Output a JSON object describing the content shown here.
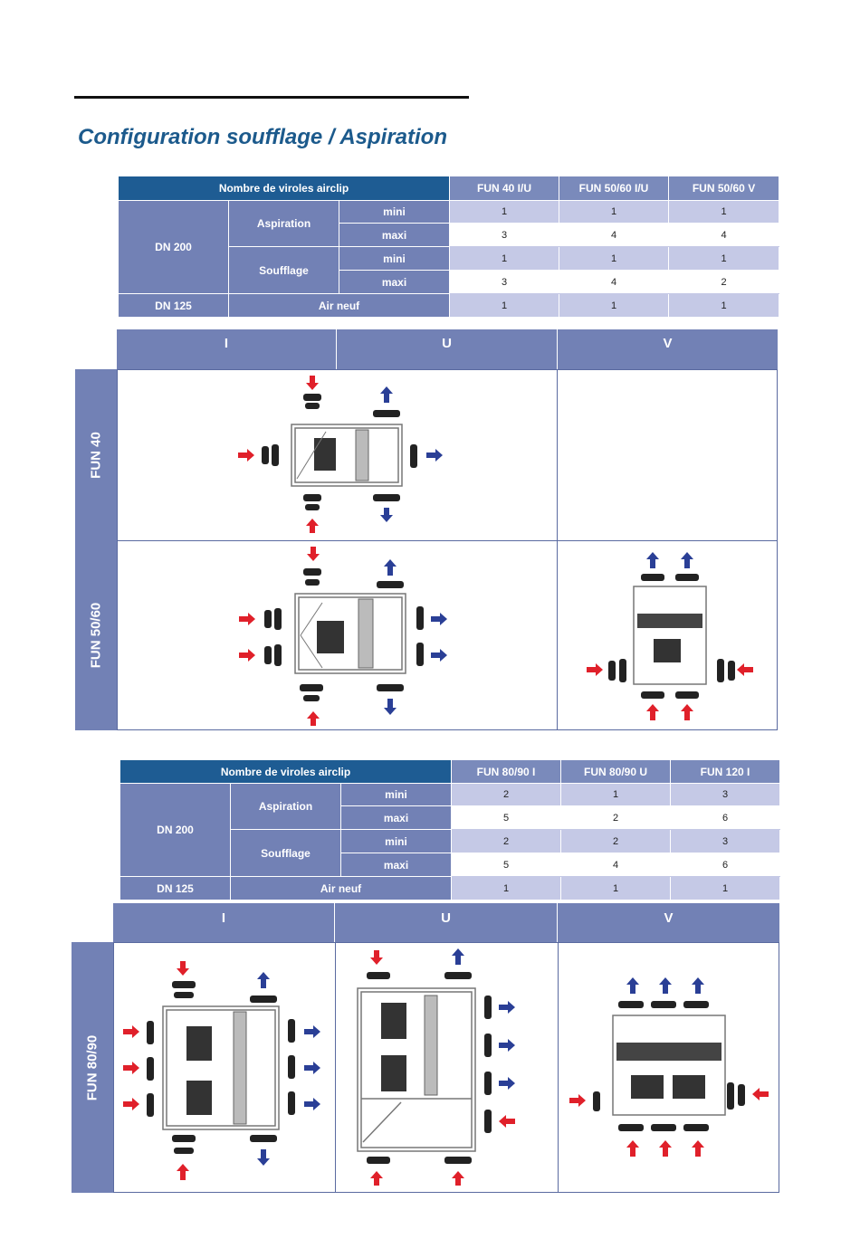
{
  "title": "Configuration soufflage / Aspiration",
  "table1": {
    "header": "Nombre de viroles airclip",
    "cols": [
      "FUN 40 I/U",
      "FUN 50/60 I/U",
      "FUN 50/60 V"
    ],
    "dn200": "DN 200",
    "dn125": "DN 125",
    "aspiration": "Aspiration",
    "soufflage": "Soufflage",
    "air_neuf": "Air neuf",
    "mini": "mini",
    "maxi": "maxi",
    "rows": [
      [
        "1",
        "1",
        "1"
      ],
      [
        "3",
        "4",
        "4"
      ],
      [
        "1",
        "1",
        "1"
      ],
      [
        "3",
        "4",
        "2"
      ],
      [
        "1",
        "1",
        "1"
      ]
    ]
  },
  "grid1": {
    "cols": [
      "I",
      "U",
      "V"
    ],
    "rows": [
      "FUN 40",
      "FUN 50/60"
    ]
  },
  "table2": {
    "header": "Nombre de viroles airclip",
    "cols": [
      "FUN 80/90 I",
      "FUN 80/90 U",
      "FUN 120 I"
    ],
    "dn200": "DN 200",
    "dn125": "DN 125",
    "aspiration": "Aspiration",
    "soufflage": "Soufflage",
    "air_neuf": "Air neuf",
    "mini": "mini",
    "maxi": "maxi",
    "rows": [
      [
        "2",
        "1",
        "3"
      ],
      [
        "5",
        "2",
        "6"
      ],
      [
        "2",
        "2",
        "3"
      ],
      [
        "5",
        "4",
        "6"
      ],
      [
        "1",
        "1",
        "1"
      ]
    ]
  },
  "grid2": {
    "cols": [
      "I",
      "U",
      "V"
    ],
    "rows": [
      "FUN 80/90"
    ]
  },
  "colors": {
    "title": "#1c5a8c",
    "header_dark": "#1e5c93",
    "header_mid": "#7281b5",
    "value_light": "#c5c9e6",
    "arrow_in": "#e0202a",
    "arrow_out": "#2a3f96"
  }
}
